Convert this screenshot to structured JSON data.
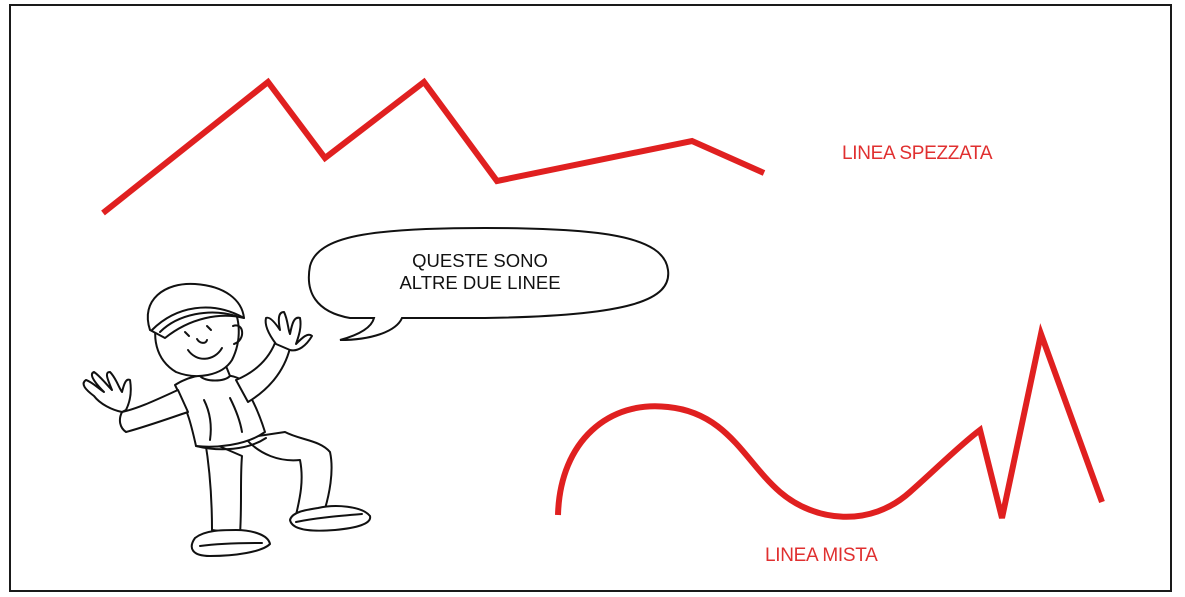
{
  "labels": {
    "broken_line": "LINEA SPEZZATA",
    "mixed_line": "LINEA MISTA"
  },
  "speech_bubble": {
    "line1": "QUESTE SONO",
    "line2": "ALTRE DUE LINEE"
  },
  "colors": {
    "line_red": "#e02020",
    "label_red": "#e03030",
    "ink": "#111111",
    "frame": "#1a1a1a"
  }
}
